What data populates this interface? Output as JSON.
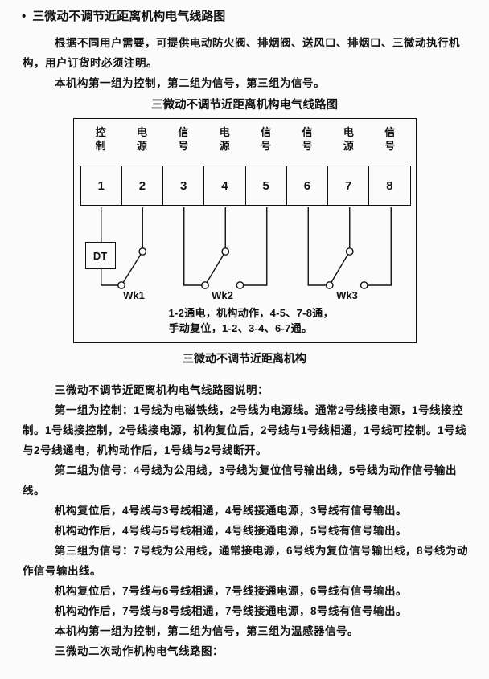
{
  "page": {
    "bullet": "•",
    "heading": "三微动不调节近距离机构电气线路图",
    "intro_1": "根据不同用户需要，可提供电动防火阀、排烟阀、送风口、排烟口、三微动执行机构，用户订货时必须注明。",
    "intro_2": "本机构第一组为控制，第二组为信号，第三组为信号。",
    "diagram_title": "三微动不调节近距离机构电气线路图",
    "diagram_caption": "三微动不调节近距离机构"
  },
  "diagram": {
    "terminal_labels": [
      "控\n制",
      "电\n源",
      "信\n号",
      "电\n源",
      "信\n号",
      "信\n号",
      "电\n源",
      "信\n号"
    ],
    "terminal_numbers": [
      "1",
      "2",
      "3",
      "4",
      "5",
      "6",
      "7",
      "8"
    ],
    "dt_label": "DT",
    "switch_labels": [
      "Wk1",
      "Wk2",
      "Wk3"
    ],
    "note_line_1": "1-2通电，机构动作，4-5、7-8通，",
    "note_line_2": "手动复位，1-2、3-4、6-7通。"
  },
  "notes": [
    "三微动不调节近距离机构电气线路图说明：",
    "第一组为控制：1号线为电磁铁线，2号线为电源线。通常2号线接电源，1号线接控制。1号线接控制，2号线接电源，机构复位后，2号线与1号线相通，1号线可控制。1号线与2号线通电，机构动作后，1号线与2号线断开。",
    "第二组为信号：4号线为公用线，3号线为复位信号输出线，5号线为动作信号输出线。",
    "机构复位后，4号线与3号线相通，4号线接通电源，3号线有信号输出。",
    "机构动作后，4号线与5号线相通，4号线接通电源，5号线有信号输出。",
    "第三组为信号：7号线为公用线，通常接电源，6号线为复位信号输出线，8号线为动作信号输出线。",
    "机构复位后，7号线与6号线相通，7号线接通电源，6号线有信号输出。",
    "机构动作后，7号线与8号线相通，7号线接通电源，8号线有信号输出。",
    "本机构第一组为控制，第二组为信号，第三组为温感器信号。",
    "三微动二次动作机构电气线路图："
  ]
}
